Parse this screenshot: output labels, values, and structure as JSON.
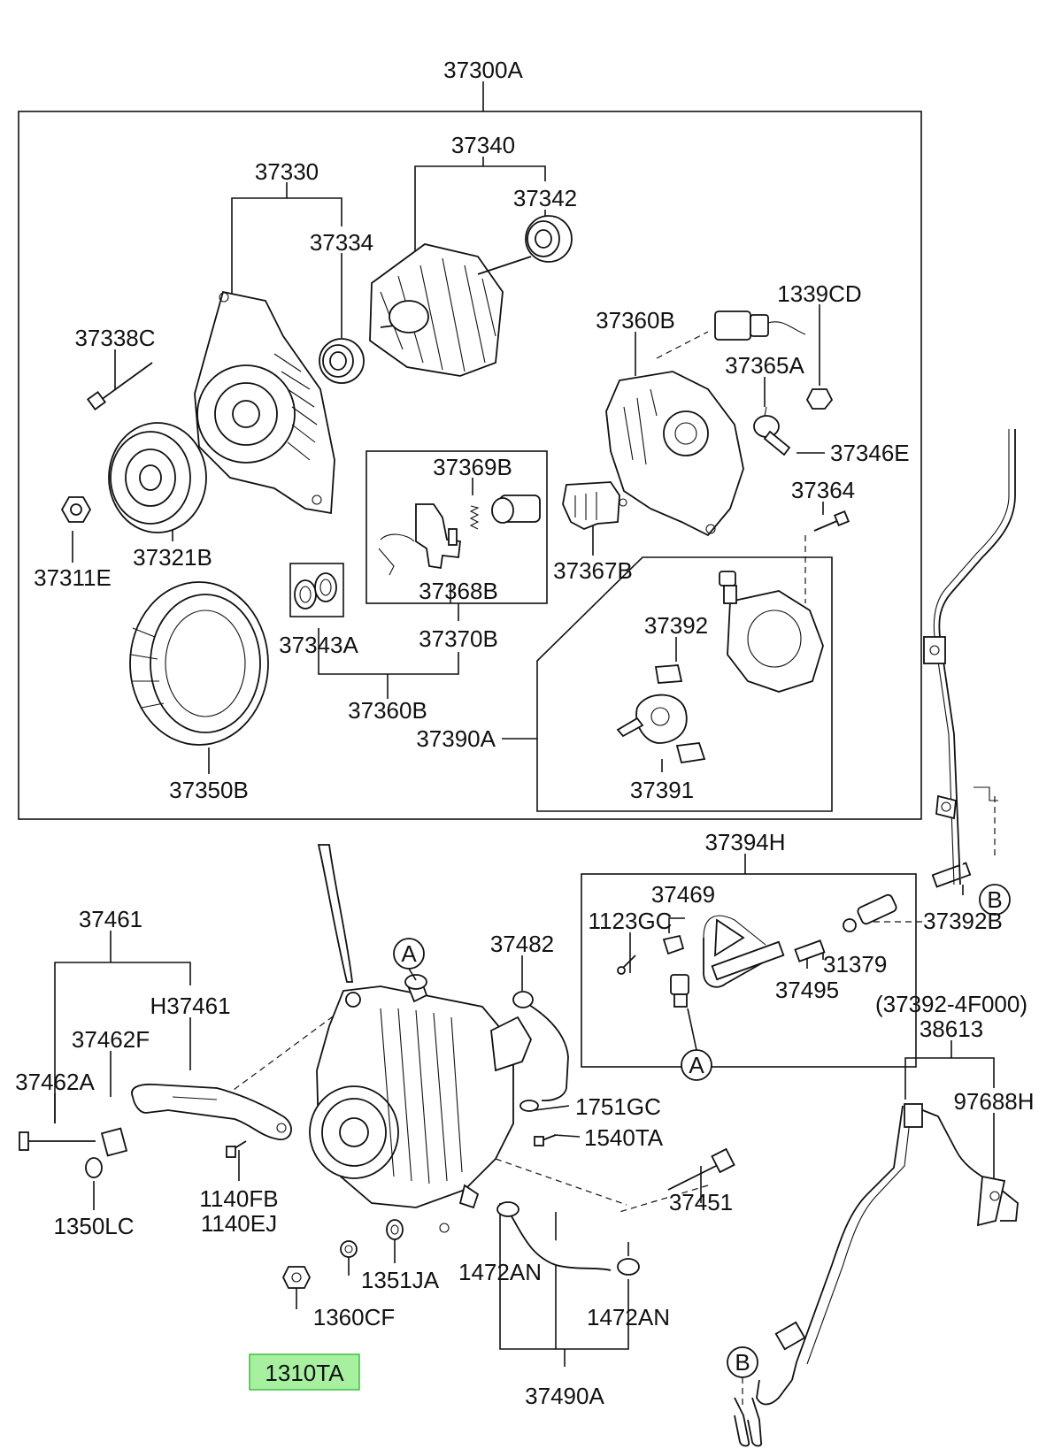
{
  "labels": {
    "p37300A": "37300A",
    "p37340": "37340",
    "p37330": "37330",
    "p37342": "37342",
    "p37334": "37334",
    "p1339CD": "1339CD",
    "p37338C": "37338C",
    "p37360B_top": "37360B",
    "p37365A": "37365A",
    "p37346E": "37346E",
    "p37369B": "37369B",
    "p37364": "37364",
    "p37321B": "37321B",
    "p37311E": "37311E",
    "p37368B": "37368B",
    "p37367B": "37367B",
    "p37392": "37392",
    "p37343A": "37343A",
    "p37370B": "37370B",
    "p37360B_bottom": "37360B",
    "p37390A": "37390A",
    "p37350B": "37350B",
    "p37391": "37391",
    "p37394H": "37394H",
    "p37469": "37469",
    "p37461": "37461",
    "p1123GC": "1123GC",
    "p37392B": "37392B",
    "p37482": "37482",
    "p31379": "31379",
    "pH37461": "H37461",
    "p37495": "37495",
    "p37392_4F000": "(37392-4F000)",
    "p38613": "38613",
    "p37462F": "37462F",
    "p37462A": "37462A",
    "p97688H": "97688H",
    "p1751GC": "1751GC",
    "p1540TA": "1540TA",
    "p1140FB": "1140FB",
    "p1140EJ": "1140EJ",
    "p37451": "37451",
    "p1350LC": "1350LC",
    "p1351JA": "1351JA",
    "p1472AN_left": "1472AN",
    "p1472AN_right": "1472AN",
    "p1360CF": "1360CF",
    "p1310TA": "1310TA",
    "p37490A": "37490A"
  },
  "markers": {
    "a": "A",
    "b": "B"
  },
  "highlight_color": "#a6f0a0"
}
